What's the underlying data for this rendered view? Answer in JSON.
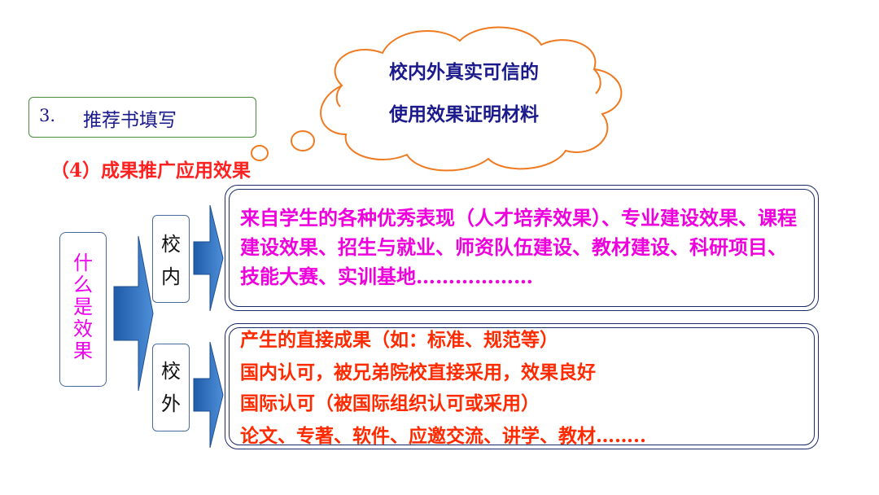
{
  "section": {
    "number": "3.",
    "title": "推荐书填写"
  },
  "subtitle": "（4）成果推广应用效果",
  "cloud": {
    "line1": "校内外真实可信的",
    "line2": "使用效果证明材料"
  },
  "question": {
    "chars": [
      "什",
      "么",
      "是",
      "效",
      "果"
    ]
  },
  "internal": {
    "label_chars": [
      "校",
      "内"
    ],
    "text": "来自学生的各种优秀表现（人才培养效果）、专业建设效果、课程建设效果、招生与就业、师资队伍建设、教材建设、科研项目、技能大赛、实训基地………………"
  },
  "external": {
    "label_chars": [
      "校",
      "外"
    ],
    "lines": [
      "产生的直接成果（如：标准、规范等）",
      "国内认可，被兄弟院校直接采用，效果良好",
      "国际认可（被国际组织认可或采用）",
      "论文、专著、软件、应邀交流、讲学、教材…….."
    ]
  },
  "colors": {
    "title_blue": "#1a1a8c",
    "red": "#ff2020",
    "magenta": "#ee00ee",
    "arrow_blue": "#3a7ccc",
    "cloud_orange": "#f07a20"
  }
}
